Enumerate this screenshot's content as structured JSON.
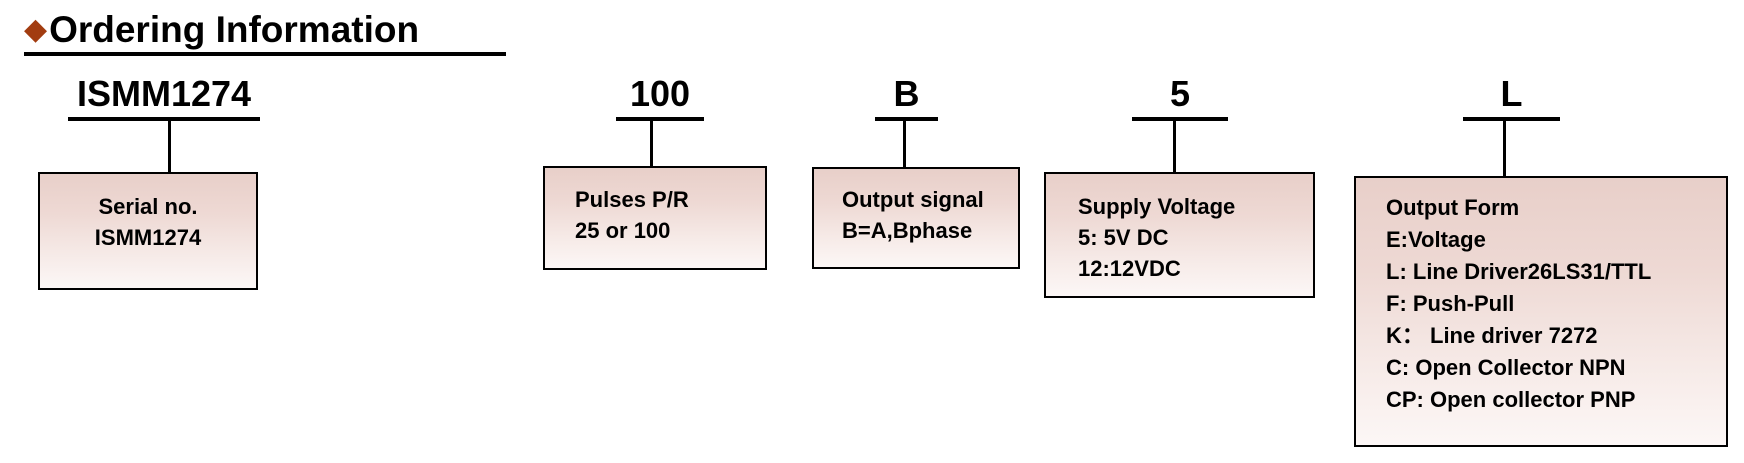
{
  "header": {
    "diamond_icon": "◆",
    "title": "Ordering Information"
  },
  "columns": [
    {
      "code": "ISMM1274",
      "box_title": "Serial no.",
      "lines": [
        "Serial no.",
        "ISMM1274"
      ]
    },
    {
      "code": "100",
      "box_title": "Pulses P/R",
      "lines": [
        "Pulses P/R",
        "25 or 100"
      ]
    },
    {
      "code": "B",
      "box_title": "Output signal",
      "lines": [
        "Output signal",
        "B=A,Bphase"
      ]
    },
    {
      "code": "5",
      "box_title": "Supply Voltage",
      "lines": [
        "Supply Voltage",
        "5: 5V DC",
        "12:12VDC"
      ]
    },
    {
      "code": "L",
      "box_title": "Output Form",
      "lines": [
        "Output Form",
        "E:Voltage",
        "L: Line Driver26LS31/TTL",
        "F: Push-Pull",
        "K： Line driver 7272",
        "C: Open Collector NPN",
        "CP: Open collector PNP"
      ]
    }
  ],
  "colors": {
    "diamond": "#a23c10",
    "box_border": "#000000",
    "box_gradient_top": "#e8cfc9",
    "box_gradient_bottom": "#fcf7f6",
    "text": "#000000",
    "background": "#ffffff"
  }
}
